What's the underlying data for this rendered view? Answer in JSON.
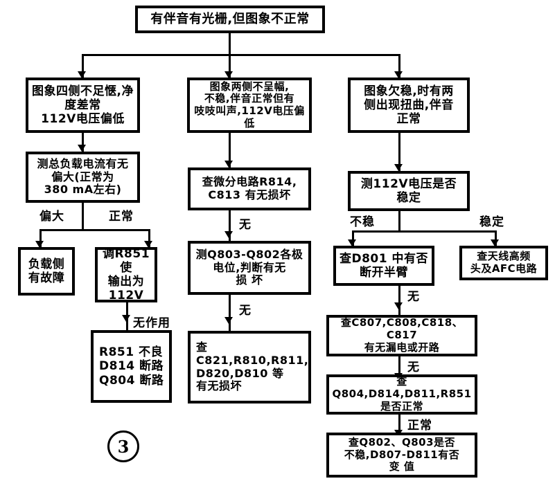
{
  "diagram": {
    "title_node": {
      "text": "有伴音有光栅,但图象不正常"
    },
    "columns": {
      "left": {
        "symptom": "图象四侧不足惬,净度差常\n112V电压偏低",
        "test": "测总负载电流有无\n偏大(正常为\n380 mA左右)",
        "branch_labels": {
          "abnormal": "偏大",
          "normal": "正常"
        },
        "result_abnormal": "负载侧\n有故障",
        "result_normal": "调R851使\n输出为\n112V",
        "no_effect_label": "无作用",
        "final": "R851 不良\nD814 断路\nQ804 断路"
      },
      "middle": {
        "symptom": "图象两侧不呈幅,\n不稳,伴音正常但有\n吱吱叫声,112V电压偏低",
        "check1": "查微分电路R814,\nC813 有无损坏",
        "no_label_1": "无",
        "check2": "测Q803-Q802各极\n电位,判断有无\n损    坏",
        "no_label_2": "无",
        "check3": "查C821,R810,R811,\nD820,D810 等\n有无损坏"
      },
      "right": {
        "symptom": "图象欠稳,时有两\n侧出现扭曲,伴音\n正常",
        "test": "测112V电压是否\n稳定",
        "branch_labels": {
          "unstable": "不稳",
          "stable": "稳定"
        },
        "unstable_check": "查D801 中有否\n断开半臂",
        "stable_check": "查天线高频\n头及AFC电路",
        "no_label_1": "无",
        "check_caps": "查C807,C808,C818、C817\n有无漏电或开路",
        "no_label_2": "无",
        "check_devices": "查Q804,D814,D811,R851\n是否正常",
        "normal_label": "正常",
        "final": "查Q802、Q803是否\n不稳,D807-D811有否\n变    值"
      }
    },
    "page_marker": "3"
  },
  "colors": {
    "ink": "#000000",
    "paper": "#ffffff"
  }
}
